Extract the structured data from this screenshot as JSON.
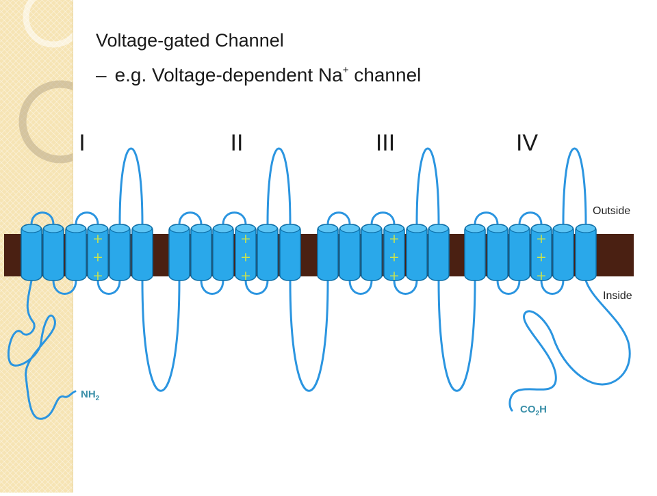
{
  "title": "Voltage-gated Channel",
  "subtitle": {
    "dash": "–",
    "prefix": "e.g. Voltage-dependent Na",
    "superscript": "+",
    "suffix": " channel"
  },
  "domains": [
    "I",
    "II",
    "III",
    "IV"
  ],
  "sides": {
    "outside": "Outside",
    "inside": "Inside"
  },
  "termini": {
    "n_main": "NH",
    "n_sub": "2",
    "c_main": "CO",
    "c_sub": "2",
    "c_tail": "H"
  },
  "voltage_sensor_glyph": "+",
  "colors": {
    "membrane": "#4a2012",
    "helix": "#2aa8ea",
    "helix_edge": "#0d6fa8",
    "loop": "#2b95e0",
    "plus": "#cde34a",
    "terminal_text": "#3a8fa8"
  },
  "segments_per_domain": 6,
  "voltage_sensor_segment": 4
}
